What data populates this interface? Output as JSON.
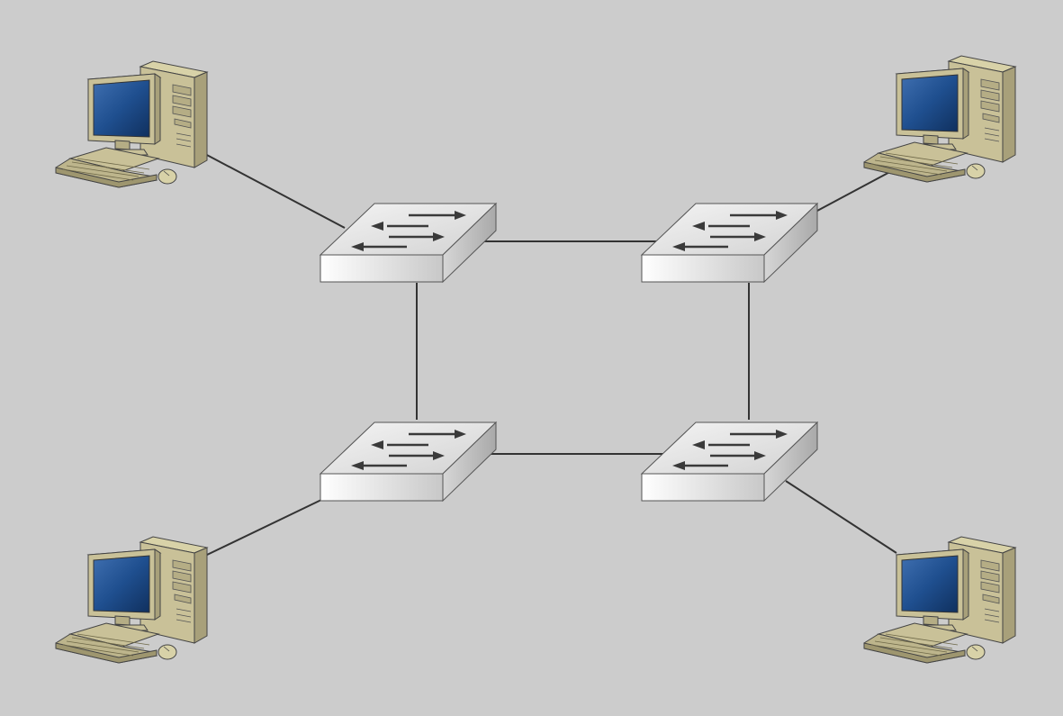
{
  "diagram": {
    "background": "#cccccc",
    "link_color": "#333333",
    "nodes": [
      {
        "id": "pc-top-left",
        "kind": "workstation",
        "icon": "desktop-computer-icon"
      },
      {
        "id": "pc-top-right",
        "kind": "workstation",
        "icon": "desktop-computer-icon"
      },
      {
        "id": "pc-bottom-left",
        "kind": "workstation",
        "icon": "desktop-computer-icon"
      },
      {
        "id": "pc-bottom-right",
        "kind": "workstation",
        "icon": "desktop-computer-icon"
      },
      {
        "id": "switch-top-left",
        "kind": "switch",
        "icon": "network-switch-icon"
      },
      {
        "id": "switch-top-right",
        "kind": "switch",
        "icon": "network-switch-icon"
      },
      {
        "id": "switch-bottom-left",
        "kind": "switch",
        "icon": "network-switch-icon"
      },
      {
        "id": "switch-bottom-right",
        "kind": "switch",
        "icon": "network-switch-icon"
      }
    ],
    "links": [
      [
        "pc-top-left",
        "switch-top-left"
      ],
      [
        "pc-top-right",
        "switch-top-right"
      ],
      [
        "pc-bottom-left",
        "switch-bottom-left"
      ],
      [
        "pc-bottom-right",
        "switch-bottom-right"
      ],
      [
        "switch-top-left",
        "switch-top-right"
      ],
      [
        "switch-bottom-left",
        "switch-bottom-right"
      ],
      [
        "switch-top-left",
        "switch-bottom-left"
      ],
      [
        "switch-top-right",
        "switch-bottom-right"
      ]
    ]
  }
}
